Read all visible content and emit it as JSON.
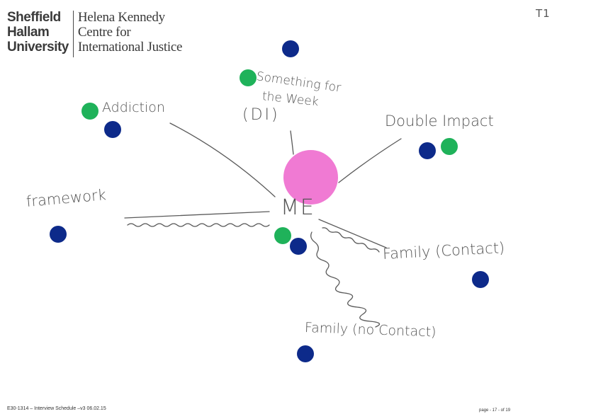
{
  "logo": {
    "left_lines": [
      "Sheffield",
      "Hallam",
      "University"
    ],
    "right_lines": [
      "Helena Kennedy",
      "Centre for",
      "International Justice"
    ]
  },
  "page_tag": "T1",
  "center_label": "ME",
  "labels": {
    "something_line1": "Something for",
    "something_line2": "the Week",
    "something_line3": "(DI)",
    "addiction": "Addiction",
    "double_impact": "Double Impact",
    "framework": "framework",
    "family_contact": "Family (Contact)",
    "family_no_contact": "Family (no Contact)"
  },
  "colors": {
    "center": "#f07ad3",
    "green": "#1fb25a",
    "blue": "#0d2a8a",
    "ink": "#555555"
  },
  "footer": {
    "left": "E30-1314 – Interview Schedule –v3 06.02.15",
    "right": "page - 17 - of 19"
  }
}
